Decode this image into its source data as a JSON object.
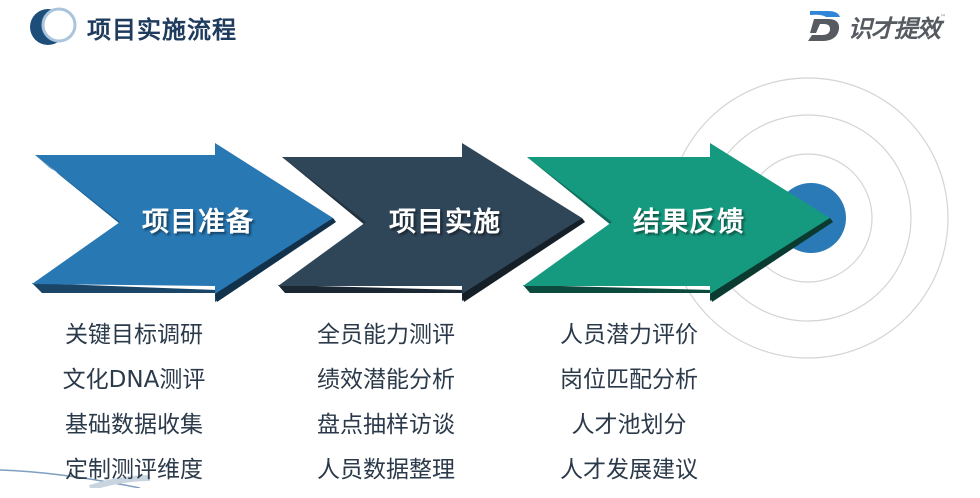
{
  "header": {
    "title": "项目实施流程",
    "logo_icon": "double-ring-logo-icon"
  },
  "brand": {
    "name": "识才提效",
    "tm": "™",
    "logo_icon": "d-letter-logo-icon",
    "colors": {
      "blue": "#2f86d8",
      "gray": "#555b60"
    }
  },
  "stages": [
    {
      "label": "项目准备",
      "color": "#2878b4",
      "shadow_color": "#1b4f78",
      "items": [
        "关键目标调研",
        "文化DNA测评",
        "基础数据收集",
        "定制测评维度"
      ]
    },
    {
      "label": "项目实施",
      "color": "#2f4558",
      "shadow_color": "#1b2834",
      "items": [
        "全员能力测评",
        "绩效潜能分析",
        "盘点抽样访谈",
        "人员数据整理"
      ]
    },
    {
      "label": "结果反馈",
      "color": "#169a7f",
      "shadow_color": "#0c5747",
      "items": [
        "人员潜力评价",
        "岗位匹配分析",
        "人才池划分",
        "人才发展建议"
      ]
    }
  ],
  "target": {
    "icon": "target-rings-icon",
    "center_color": "#2a7ab8",
    "ring_color": "#d0d0d0"
  }
}
